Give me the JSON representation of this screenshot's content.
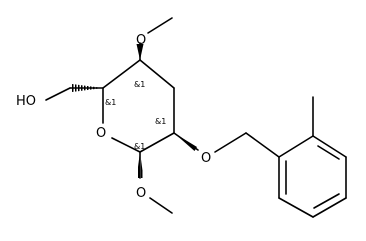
{
  "molecule": {
    "atoms": {
      "ho_label": "HO",
      "ring_o_label": "O",
      "ether_o_top": "O",
      "ether_o_right": "O",
      "ether_o_bottom": "O"
    },
    "stereo_labels": {
      "c5": "&1",
      "c4": "&1",
      "c3": "&1",
      "c1": "&1"
    }
  }
}
